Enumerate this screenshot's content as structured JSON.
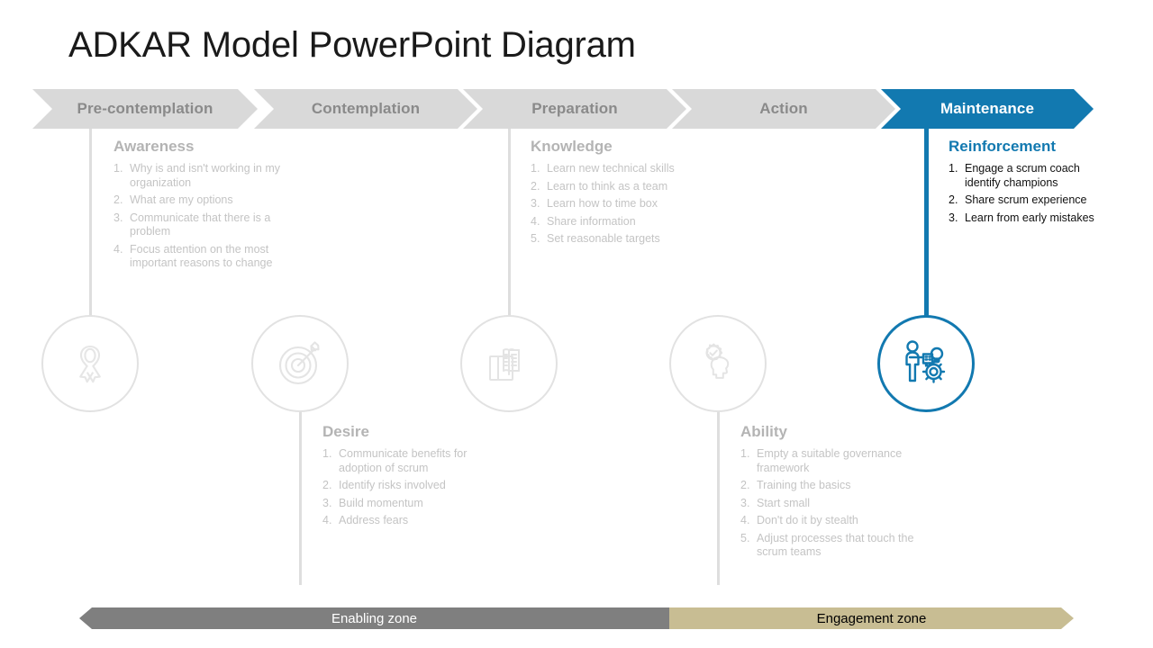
{
  "title": "ADKAR Model PowerPoint Diagram",
  "colors": {
    "accent_blue": "#1279b0",
    "chevron_grey": "#d9d9d9",
    "chevron_text_grey": "#8a8a8a",
    "muted_text": "#c4c4c4",
    "zone_grey": "#7f7f7f",
    "zone_tan": "#c8bd93"
  },
  "stages": [
    {
      "label": "Pre-contemplation",
      "active": false
    },
    {
      "label": "Contemplation",
      "active": false
    },
    {
      "label": "Preparation",
      "active": false
    },
    {
      "label": "Action",
      "active": false
    },
    {
      "label": "Maintenance",
      "active": true
    }
  ],
  "blocks": [
    {
      "key": "awareness",
      "title": "Awareness",
      "position": "top",
      "active": false,
      "icon": "ribbon-icon",
      "items": [
        "Why is and isn't working in my organization",
        "What are my options",
        "Communicate that there is a problem",
        "Focus attention on the most important reasons to change"
      ]
    },
    {
      "key": "desire",
      "title": "Desire",
      "position": "bottom",
      "active": false,
      "icon": "target-icon",
      "items": [
        "Communicate benefits for adoption of scrum",
        "Identify risks involved",
        "Build momentum",
        "Address fears"
      ]
    },
    {
      "key": "knowledge",
      "title": "Knowledge",
      "position": "top",
      "active": false,
      "icon": "books-icon",
      "items": [
        "Learn new technical skills",
        "Learn to think as a team",
        "Learn how to time box",
        "Share information",
        "Set reasonable targets"
      ]
    },
    {
      "key": "ability",
      "title": "Ability",
      "position": "bottom",
      "active": false,
      "icon": "head-gear-icon",
      "items": [
        "Empty a suitable governance framework",
        "Training the basics",
        "Start small",
        "Don't do it by stealth",
        "Adjust processes that touch the scrum teams"
      ]
    },
    {
      "key": "reinforcement",
      "title": "Reinforcement",
      "position": "top",
      "active": true,
      "icon": "person-gear-bulb-icon",
      "items": [
        "Engage a scrum coach identify champions",
        "Share scrum experience",
        "Learn from early mistakes"
      ]
    }
  ],
  "zones": [
    {
      "label": "Enabling zone"
    },
    {
      "label": "Engagement zone"
    }
  ]
}
